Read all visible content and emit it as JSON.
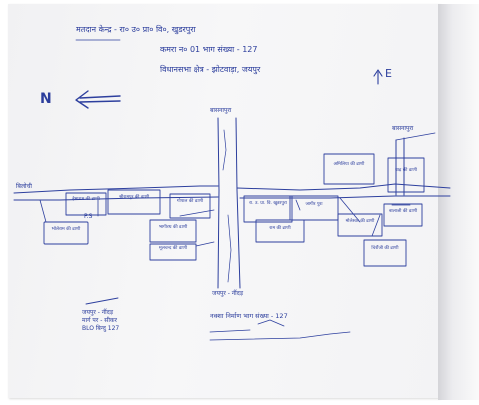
{
  "header": {
    "line1": "मतदान केन्द्र - रा० उ० प्रा० वि०, खुडरपुरा",
    "line2": "कमरा न० 01      भाग संख्या - 127",
    "line3": "विधानसभा क्षेत्र - झोटवाड़ा, जयपुर"
  },
  "compass": {
    "north_label": "N",
    "east_label": "E"
  },
  "roads": {
    "top_label": "बासनापुरा",
    "bottom_label": "जयपुर - नींदड़",
    "right_label": "बासनापुरा",
    "left_label": "बिलोची"
  },
  "buildings": [
    {
      "id": "far-left",
      "label": "भोलेराम की ढाणी"
    },
    {
      "id": "left-1",
      "label": "हेमाराम की ढाणी"
    },
    {
      "id": "left-2",
      "label": "श्रीरामपुर की ढाणी"
    },
    {
      "id": "left-3",
      "label": "गोपाल की ढाणी"
    },
    {
      "id": "left-4",
      "label": "भागीरथ की ढाणी"
    },
    {
      "id": "left-5",
      "label": "मूलचन्द की ढाणी"
    },
    {
      "id": "center-right-1",
      "label": "रा. उ. प्रा. वि. खुडरपुरा"
    },
    {
      "id": "center-right-2",
      "label": "जागीर पुरा"
    },
    {
      "id": "center-right-3",
      "label": "राम की ढाणी"
    },
    {
      "id": "right-top",
      "label": "अमिलिया की ढाणी"
    },
    {
      "id": "right-small",
      "label": "बाढ़ की ढाणी"
    },
    {
      "id": "right-1",
      "label": "मोलेश्वर की ढाणी"
    },
    {
      "id": "right-2",
      "label": "बालाजी की ढाणी"
    },
    {
      "id": "right-3",
      "label": "चिरौंजी की ढाणी"
    }
  ],
  "ps_marker": "P.S",
  "bottom_left": {
    "line1": "जयपुर - नींदड़",
    "line2": "मार्ग पर - सीकर",
    "line3": "BLO बिन्दु 127"
  },
  "bottom_right": "नक्शा निर्माण भाग संख्या - 127"
}
